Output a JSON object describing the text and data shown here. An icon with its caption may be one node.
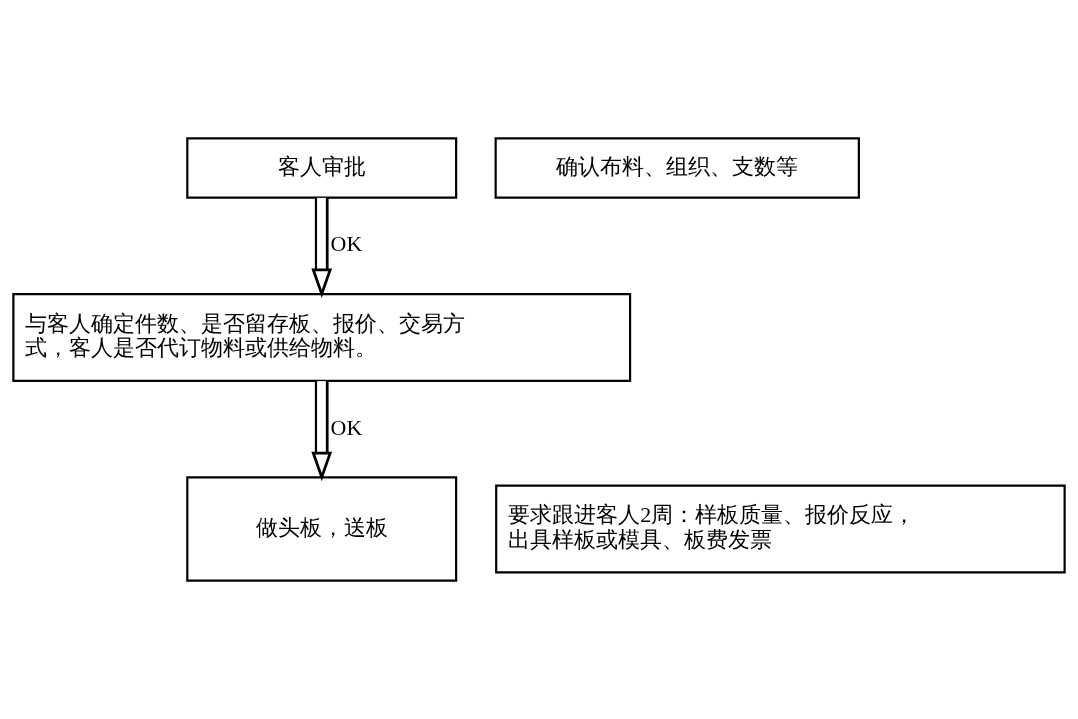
{
  "diagram": {
    "nodes": [
      {
        "text": [
          "客人审批"
        ]
      },
      {
        "text": [
          "确认布料、组织、支数等"
        ]
      },
      {
        "text": [
          "与客人确定件数、是否留存板、报价、交易方式，客人是否代订物料或供给物料。"
        ]
      },
      {
        "text": [
          "做头板，送板"
        ]
      },
      {
        "text": [
          "要求跟进客人2周：样板质量、报价反应，出具样板或模具、板费发票"
        ]
      }
    ],
    "edges": [
      {
        "from": 0,
        "to": 2,
        "arrow": "to",
        "label": "OK"
      },
      {
        "from": 2,
        "to": 3,
        "arrow": "to",
        "label": "OK"
      }
    ]
  }
}
